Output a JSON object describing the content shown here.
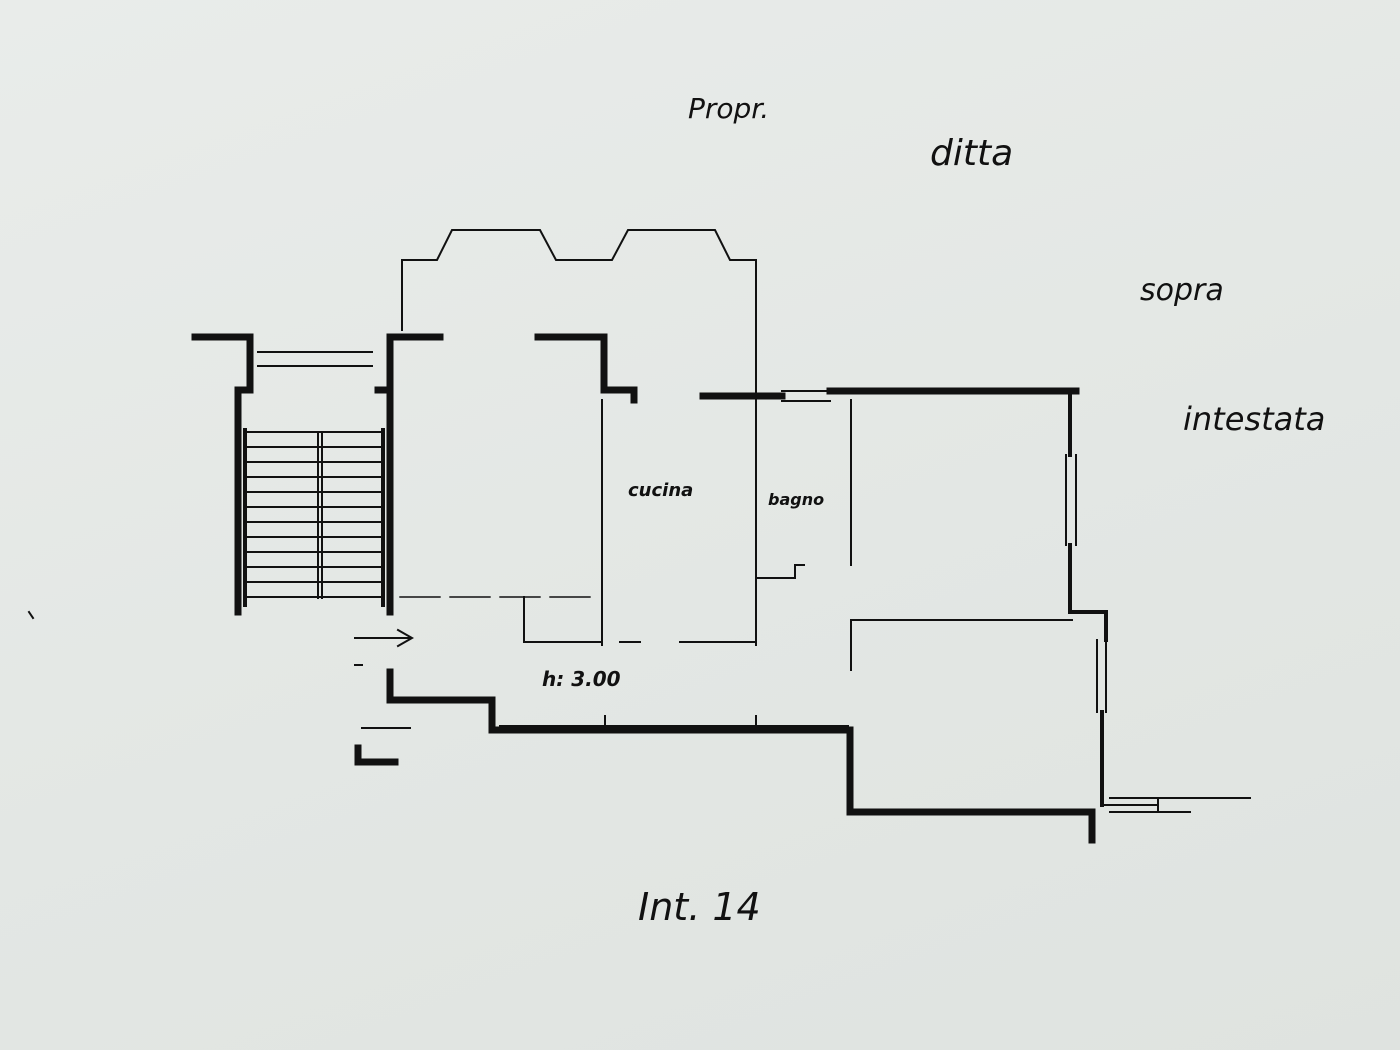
{
  "labels": {
    "propr": "Propr.",
    "ditta": "ditta",
    "sopra": "sopra",
    "intestata": "intestata",
    "cucina": "cucina",
    "bagno": "bagno",
    "height": "h: 3.00",
    "unit": "Int. 14"
  },
  "colors": {
    "paper": "#e6e9e6",
    "ink": "#111111"
  }
}
